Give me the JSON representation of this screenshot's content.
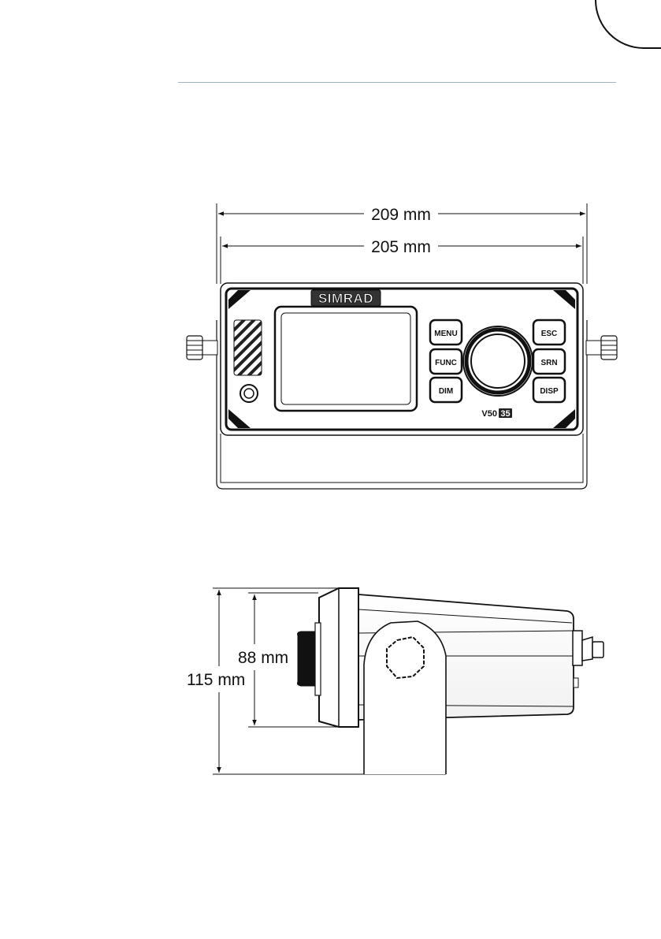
{
  "front_view": {
    "overall_width": "209 mm",
    "panel_width": "205 mm",
    "brand": "SIMRAD",
    "model_prefix": "V50",
    "model_suffix": "35",
    "buttons": {
      "menu": "MENU",
      "func": "FUNC",
      "dim": "DIM",
      "esc": "ESC",
      "srn": "SRN",
      "disp": "DISP"
    }
  },
  "side_view": {
    "overall_height": "115 mm",
    "panel_height": "88 mm"
  }
}
